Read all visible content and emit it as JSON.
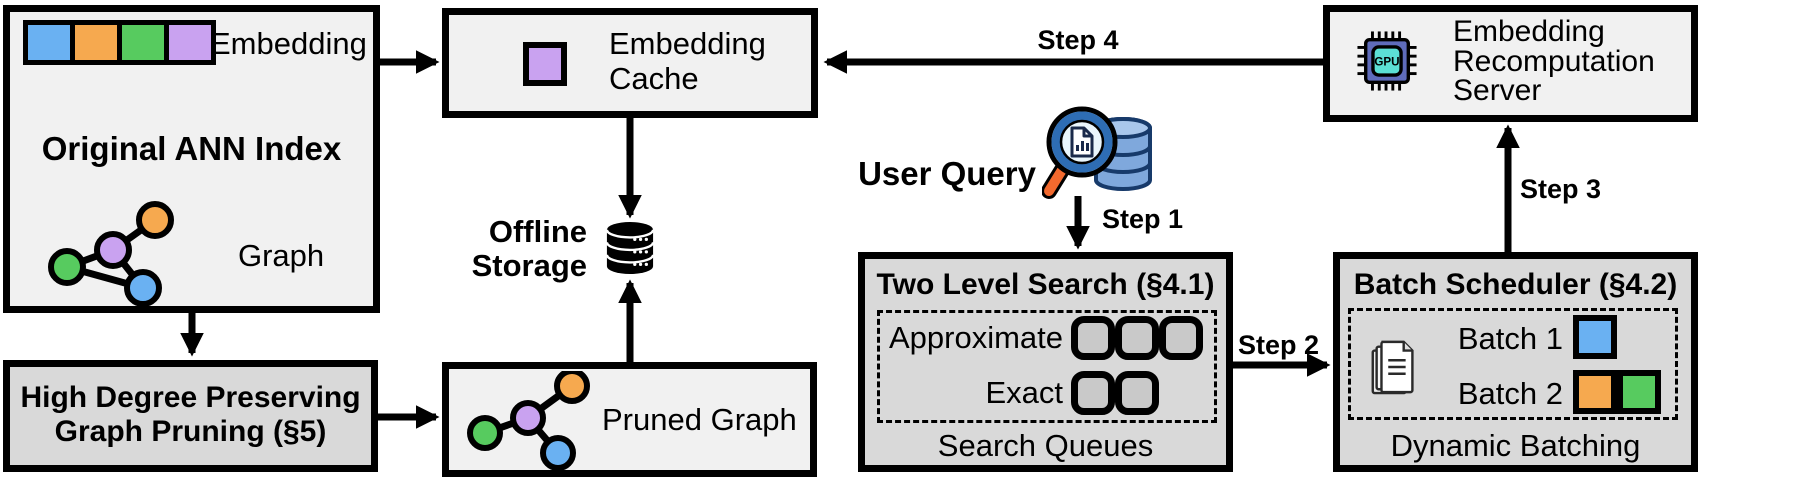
{
  "diagram": {
    "original_ann_index": {
      "embedding_label": "Embedding",
      "title": "Original ANN Index",
      "graph_label": "Graph"
    },
    "embedding_cache": {
      "label": "Embedding Cache"
    },
    "offline_storage": {
      "label": "Offline Storage"
    },
    "user_query": {
      "label": "User Query"
    },
    "high_degree_pruning": {
      "title": "High Degree Preserving Graph Pruning (§5)"
    },
    "pruned_graph": {
      "label": "Pruned Graph"
    },
    "two_level_search": {
      "title": "Two Level Search (§4.1)",
      "approximate_label": "Approximate",
      "exact_label": "Exact",
      "caption": "Search Queues",
      "approximate_queue_count": 3,
      "exact_queue_count": 2
    },
    "batch_scheduler": {
      "title": "Batch Scheduler (§4.2)",
      "batch1_label": "Batch 1",
      "batch2_label": "Batch 2",
      "caption": "Dynamic Batching"
    },
    "recomputation_server": {
      "label": "Embedding Recomputation Server",
      "gpu_label": "GPU"
    },
    "steps": {
      "step1": "Step 1",
      "step2": "Step 2",
      "step3": "Step 3",
      "step4": "Step 4"
    },
    "colors": {
      "blue": "#6ab1f2",
      "orange": "#f6a94f",
      "green": "#57cb5f",
      "purple": "#c9a2f0",
      "light_box_bg": "#f1f1f1",
      "dark_box_bg": "#d9d9d9",
      "queue_fill": "#c9c9c9",
      "gpu_chip_body": "#5f6cbb",
      "gpu_chip_core": "#5ce0d5",
      "magnifier_ring": "#2e6db4",
      "magnifier_lens": "#cfeaf7",
      "magnifier_handle": "#f2692e",
      "query_db_fill": "#7fa8dc",
      "query_db_top": "#a9c7ec",
      "query_db_outline": "#173a6a"
    }
  }
}
